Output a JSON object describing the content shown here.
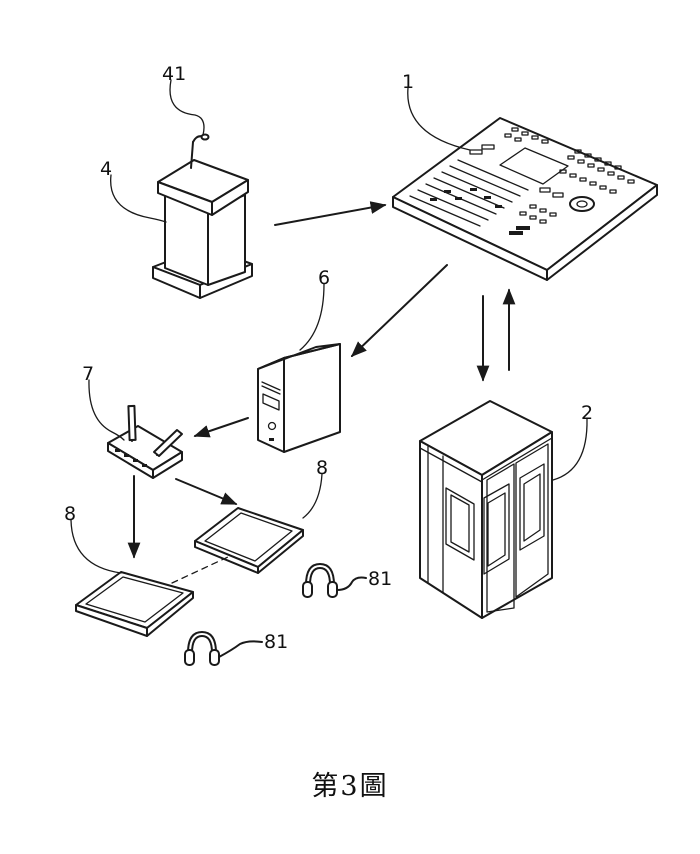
{
  "caption": "第3圖",
  "labels": {
    "mixer": "1",
    "booth": "2",
    "podium": "4",
    "microphone": "41",
    "computer": "6",
    "router": "7",
    "tablet_right": "8",
    "tablet_left": "8",
    "headphone_right": "81",
    "headphone_left": "81"
  }
}
